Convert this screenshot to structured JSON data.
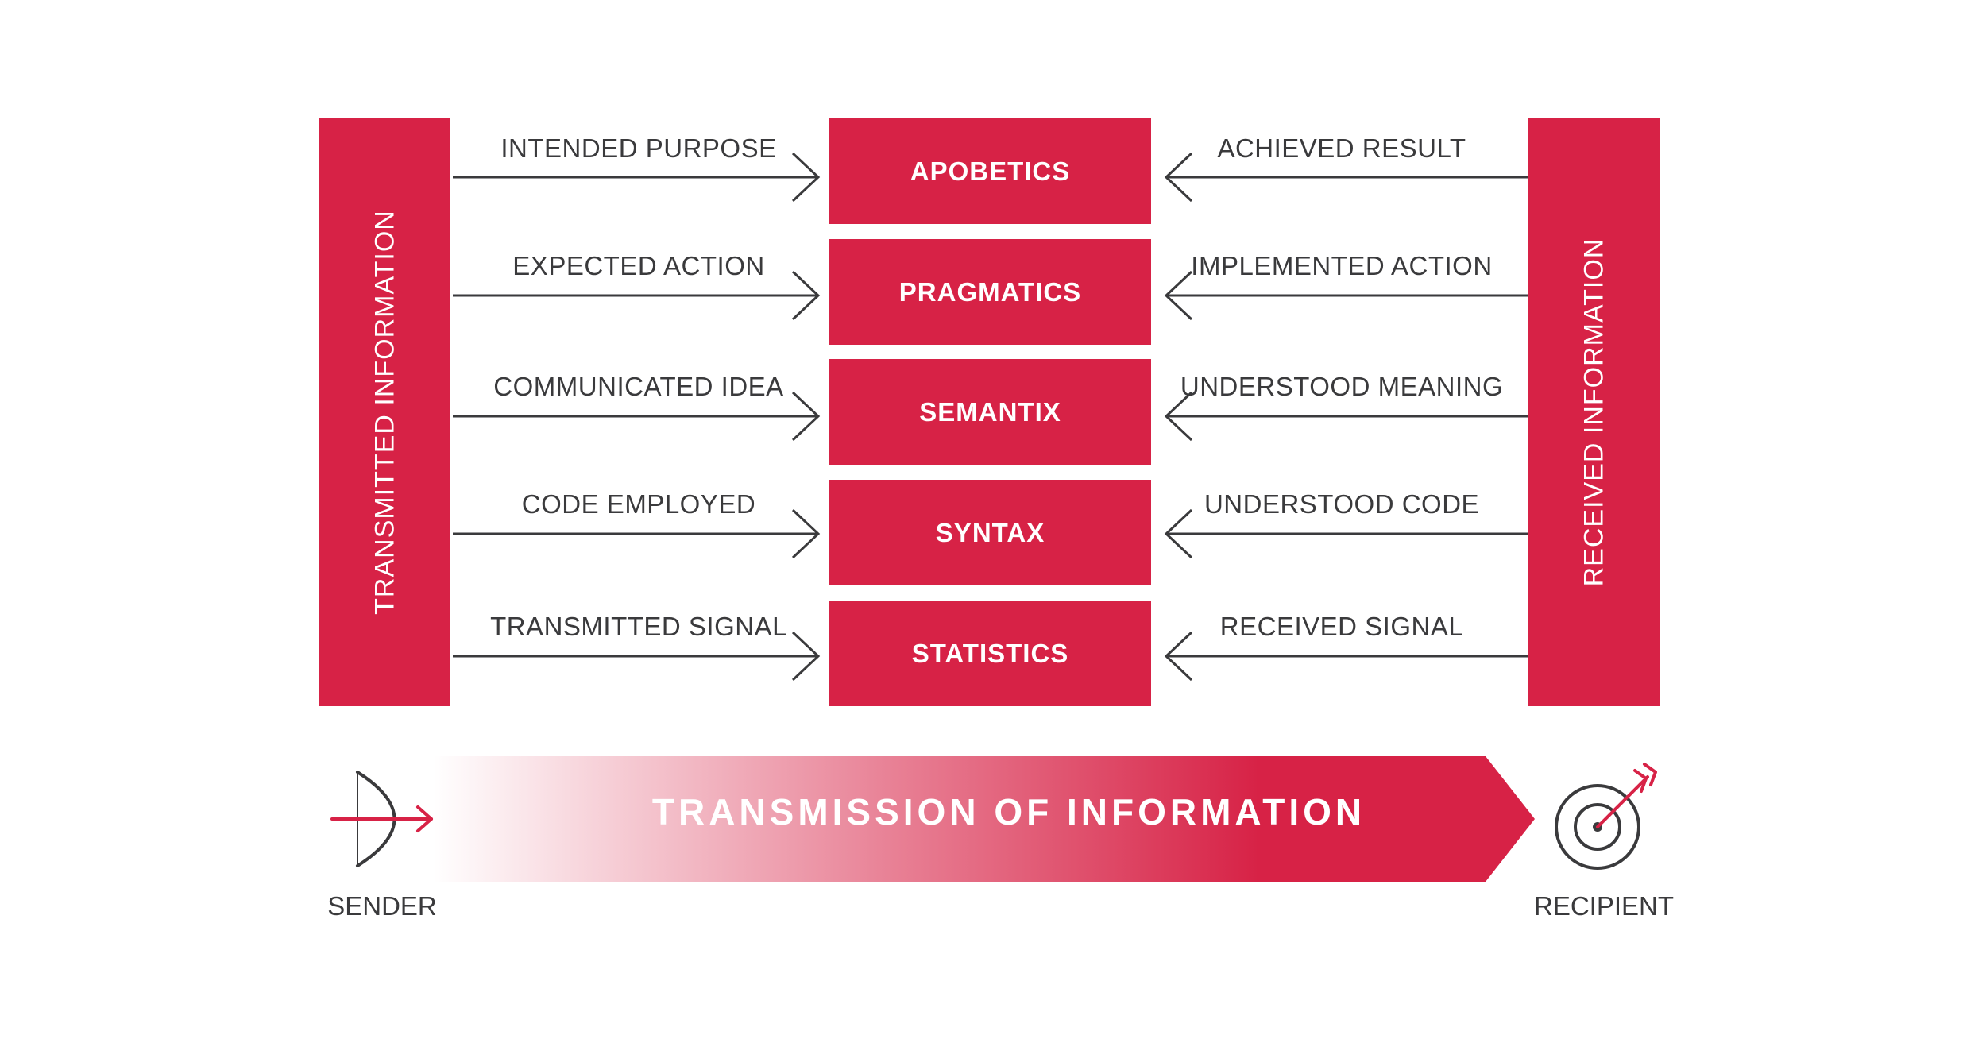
{
  "left_column": {
    "label": "TRANSMITTED INFORMATION"
  },
  "right_column": {
    "label": "RECEIVED INFORMATION"
  },
  "layers": [
    {
      "name": "APOBETICS",
      "sender": "INTENDED PURPOSE",
      "recipient": "ACHIEVED RESULT"
    },
    {
      "name": "PRAGMATICS",
      "sender": "EXPECTED ACTION",
      "recipient": "IMPLEMENTED ACTION"
    },
    {
      "name": "SEMANTIX",
      "sender": "COMMUNICATED IDEA",
      "recipient": "UNDERSTOOD MEANING"
    },
    {
      "name": "SYNTAX",
      "sender": "CODE EMPLOYED",
      "recipient": "UNDERSTOOD CODE"
    },
    {
      "name": "STATISTICS",
      "sender": "TRANSMITTED SIGNAL",
      "recipient": "RECEIVED SIGNAL"
    }
  ],
  "banner": {
    "title": "TRANSMISSION OF INFORMATION"
  },
  "sender": {
    "label": "SENDER",
    "icon": "bow-and-arrow-icon"
  },
  "recipient": {
    "label": "RECIPIENT",
    "icon": "target-with-arrow-icon"
  },
  "colors": {
    "accent": "#d72246",
    "text": "#3a3a3c",
    "line": "#3a3a3c"
  }
}
